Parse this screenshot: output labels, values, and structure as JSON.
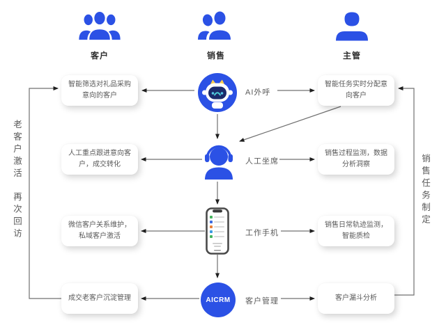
{
  "actors": [
    {
      "label": "客户"
    },
    {
      "label": "销售"
    },
    {
      "label": "主管"
    }
  ],
  "flow": {
    "rows": [
      {
        "left": "智能筛选对礼品采购\n意向的客户",
        "node": "AI外呼",
        "right": "智能任务实时分配意\n向客户"
      },
      {
        "left": "人工重点跟进意向客\n户，成交转化",
        "node": "人工坐席",
        "right": "销售过程监测，数据\n分析洞察"
      },
      {
        "left": "微信客户关系维护，\n私域客户激活",
        "node": "工作手机",
        "right": "销售日常轨迹监测，\n智能质检"
      },
      {
        "left": "成交老客户沉淀管理",
        "node": "客户管理",
        "right": "客户漏斗分析"
      }
    ],
    "crm_badge": "AICRM"
  },
  "side_notes": {
    "left_top": "老客户激活",
    "left_bottom": "再次回访",
    "right": "销售任务制定"
  },
  "colors": {
    "primary_blue": "#2B51E5",
    "robot_face_navy": "#1B2A6B",
    "text_gray": "#5A5A5A",
    "line_gray": "#707070",
    "arrow_black": "#1F1F1F"
  }
}
